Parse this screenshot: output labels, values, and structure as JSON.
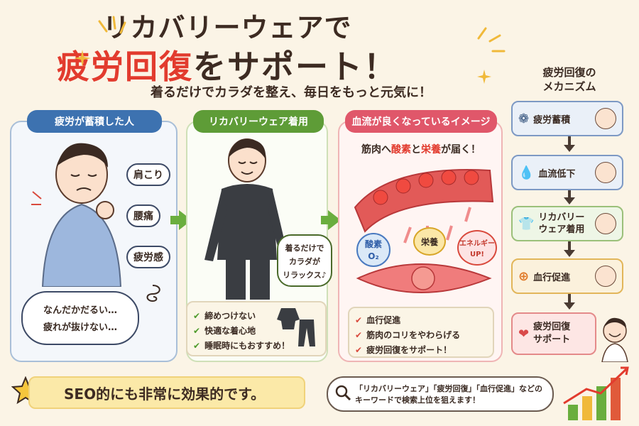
{
  "title": {
    "line1": "リカバリーウェアで",
    "line2_red": "疲労回復",
    "line2_dark": "をサポート！",
    "tagline": "着るだけでカラダを整え、毎日をもっと元気に！"
  },
  "panel1": {
    "label": "疲労が蓄積した人",
    "symptoms": [
      "肩こり",
      "腰痛",
      "疲労感"
    ],
    "speech_line1": "なんだかだるい…",
    "speech_line2": "疲れが抜けない…"
  },
  "panel2": {
    "label": "リカバリーウェア着用",
    "bubble_line1": "着るだけで",
    "bubble_line2": "カラダが",
    "bubble_line3": "リラックス♪",
    "checks": [
      "締めつけない",
      "快適な着心地",
      "睡眠時にもおすすめ！"
    ]
  },
  "panel3": {
    "label": "血流が良くなっているイメージ",
    "headline_pre": "筋肉へ",
    "headline_oxygen": "酸素",
    "headline_mid": "と",
    "headline_nutrition": "栄養",
    "headline_post": "が届く！",
    "badge_oxygen_1": "酸素",
    "badge_oxygen_2": "O₂",
    "badge_nutrition": "栄養",
    "badge_energy_1": "エネルギー",
    "badge_energy_2": "UP!",
    "checks": [
      "血行促進",
      "筋肉のコリをやわらげる",
      "疲労回復をサポート！"
    ]
  },
  "mechanism": {
    "title_line1": "疲労回復の",
    "title_line2": "メカニズム",
    "steps": [
      "疲労蓄積",
      "血流低下",
      "リカバリー",
      "ウェア着用",
      "血行促進",
      "疲労回復",
      "サポート"
    ]
  },
  "footer": {
    "seo_label": "SEO的にも非常に効果的です。",
    "keyword_line1": "「リカバリーウェア」「疲労回復」「血行促進」などの",
    "keyword_line2": "キーワードで検索上位を狙えます！"
  },
  "colors": {
    "accent_red": "#e23b2e",
    "blue_label": "#3d72b0",
    "green_label": "#5e9c37",
    "pink_label": "#e0576a"
  }
}
